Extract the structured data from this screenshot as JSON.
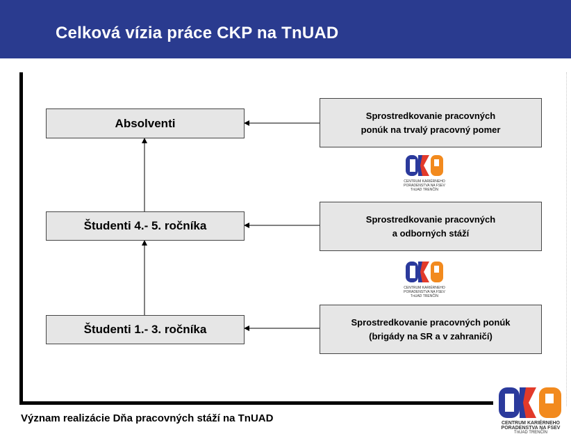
{
  "slide": {
    "title": "Celková vízia práce CKP na TnUAD",
    "footer": "Význam realizácie Dňa pracovných stáží na TnUAD"
  },
  "stages": [
    {
      "label": "Absolventi"
    },
    {
      "label": "Študenti 4.- 5. ročníka"
    },
    {
      "label": "Študenti 1.- 3. ročníka"
    }
  ],
  "services": [
    {
      "label": "Sprostredkovanie pracovných\nponúk na trvalý pracovný pomer"
    },
    {
      "label": "Sprostredkovanie pracovných\na odborných stáží"
    },
    {
      "label": "Sprostredkovanie pracovných ponúk\n(brigády na SR a v zahraničí)"
    }
  ],
  "logo": {
    "letters": "CKP",
    "line1": "CENTRUM KARIÉRNEHO",
    "line2": "PORADENSTVA NA FSEV",
    "line3": "TnUAD TRENČÍN"
  },
  "colors": {
    "header": "#2a3b8f",
    "box_fill": "#e6e6e6",
    "logo_blue": "#2b3a9c",
    "logo_orange": "#f28a1e"
  }
}
